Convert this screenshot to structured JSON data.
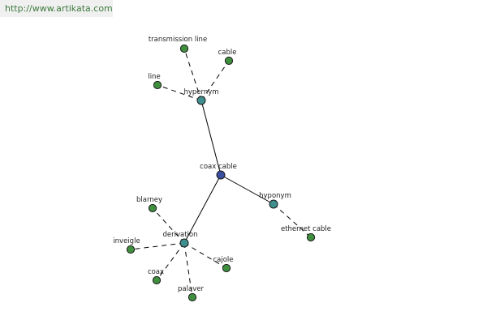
{
  "watermark": "http://www.artikata.com",
  "colors": {
    "root": "#3a4fa0",
    "relation": "#3f8f8f",
    "leaf": "#3f8f3f"
  },
  "nodes": {
    "root": {
      "label": "coax cable",
      "kind": "root"
    },
    "hypernym": {
      "label": "hypernym",
      "kind": "relation"
    },
    "hyponym": {
      "label": "hyponym",
      "kind": "relation"
    },
    "derivation": {
      "label": "derivation",
      "kind": "relation"
    },
    "transmission_line": {
      "label": "transmission line",
      "kind": "leaf"
    },
    "cable": {
      "label": "cable",
      "kind": "leaf"
    },
    "line": {
      "label": "line",
      "kind": "leaf"
    },
    "ethernet_cable": {
      "label": "ethernet cable",
      "kind": "leaf"
    },
    "blarney": {
      "label": "blarney",
      "kind": "leaf"
    },
    "inveigle": {
      "label": "inveigle",
      "kind": "leaf"
    },
    "coax": {
      "label": "coax",
      "kind": "leaf"
    },
    "palaver": {
      "label": "palaver",
      "kind": "leaf"
    },
    "cajole": {
      "label": "cajole",
      "kind": "leaf"
    }
  },
  "edges": [
    {
      "from": "root",
      "to": "hypernym",
      "style": "solid"
    },
    {
      "from": "root",
      "to": "hyponym",
      "style": "solid"
    },
    {
      "from": "root",
      "to": "derivation",
      "style": "solid"
    },
    {
      "from": "hypernym",
      "to": "transmission_line",
      "style": "dashed"
    },
    {
      "from": "hypernym",
      "to": "cable",
      "style": "dashed"
    },
    {
      "from": "hypernym",
      "to": "line",
      "style": "dashed"
    },
    {
      "from": "hyponym",
      "to": "ethernet_cable",
      "style": "dashed"
    },
    {
      "from": "derivation",
      "to": "blarney",
      "style": "dashed"
    },
    {
      "from": "derivation",
      "to": "inveigle",
      "style": "dashed"
    },
    {
      "from": "derivation",
      "to": "coax",
      "style": "dashed"
    },
    {
      "from": "derivation",
      "to": "palaver",
      "style": "dashed"
    },
    {
      "from": "derivation",
      "to": "cajole",
      "style": "dashed"
    }
  ]
}
